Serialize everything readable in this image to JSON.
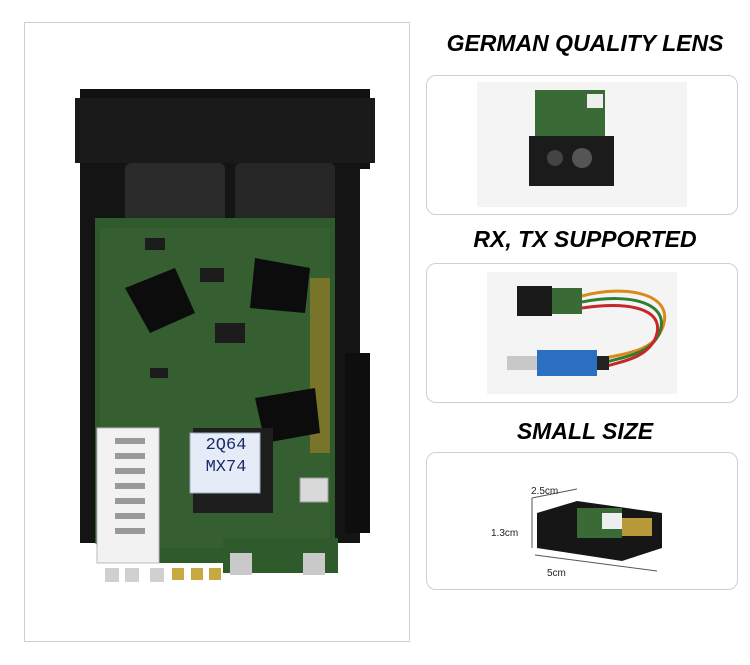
{
  "headings": {
    "lens": "GERMAN QUALITY LENS",
    "rxtx": "RX, TX SUPPORTED",
    "size": "SMALL SIZE"
  },
  "chip_label": {
    "line1": "2Q64",
    "line2": "MX74"
  },
  "dimensions": {
    "width": "2.5cm",
    "height": "1.3cm",
    "length": "5cm"
  },
  "colors": {
    "pcb_green": "#2f5a2c",
    "housing_black": "#151515",
    "usb_board_blue": "#2a6fc0"
  }
}
